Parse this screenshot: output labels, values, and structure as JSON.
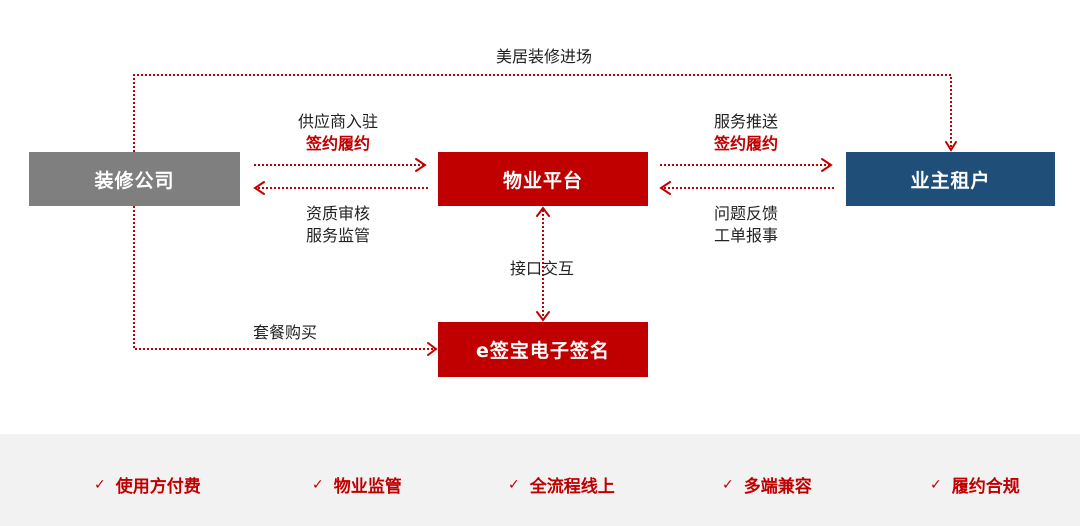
{
  "colors": {
    "accent_red": "#c00000",
    "company_gray": "#7f7f7f",
    "owner_blue": "#1f4e79",
    "footer_bg": "#f2f2f2"
  },
  "nodes": {
    "decoration_company": "装修公司",
    "property_platform": "物业平台",
    "owner_tenant": "业主租户",
    "esign": "e签宝电子签名"
  },
  "edges": {
    "top": "美居装修进场",
    "company_to_platform": {
      "line1": "供应商入驻",
      "line2": "签约履约"
    },
    "platform_to_company": {
      "line1": "资质审核",
      "line2": "服务监管"
    },
    "platform_to_owner": {
      "line1": "服务推送",
      "line2": "签约履约"
    },
    "owner_to_platform": {
      "line1": "问题反馈",
      "line2": "工单报事"
    },
    "platform_esign": "接口交互",
    "company_to_esign": "套餐购买"
  },
  "features": [
    {
      "icon": "check-icon",
      "check": "✓",
      "label": "使用方付费"
    },
    {
      "icon": "check-icon",
      "check": "✓",
      "label": "物业监管"
    },
    {
      "icon": "check-icon",
      "check": "✓",
      "label": "全流程线上"
    },
    {
      "icon": "check-icon",
      "check": "✓",
      "label": "多端兼容"
    },
    {
      "icon": "check-icon",
      "check": "✓",
      "label": "履约合规"
    }
  ]
}
